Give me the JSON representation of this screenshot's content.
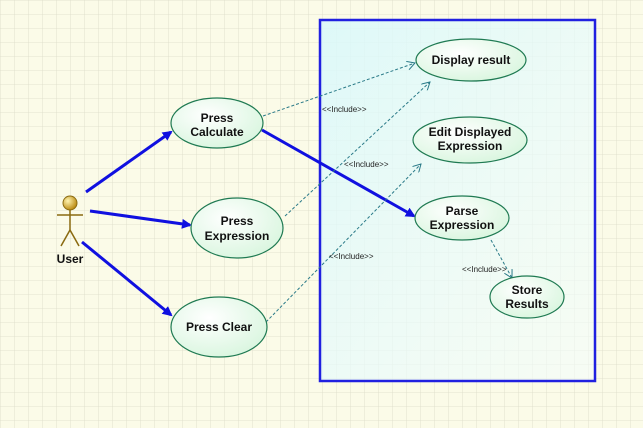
{
  "actor": {
    "name": "User"
  },
  "use_cases": {
    "press_calculate": {
      "line1": "Press",
      "line2": "Calculate"
    },
    "press_expression": {
      "line1": "Press",
      "line2": "Expression"
    },
    "press_clear": {
      "line1": "Press Clear"
    },
    "display_result": {
      "line1": "Display result"
    },
    "edit_displayed_expression": {
      "line1": "Edit Displayed",
      "line2": "Expression"
    },
    "parse_expression": {
      "line1": "Parse",
      "line2": "Expression"
    },
    "store_results": {
      "line1": "Store",
      "line2": "Results"
    }
  },
  "relations": {
    "include_1": "<<Include>>",
    "include_2": "<<Include>>",
    "include_3": "<<Include>>",
    "include_4": "<<Include>>"
  },
  "colors": {
    "association": "#1010e0",
    "include": "#2a7a88",
    "system_border": "#2020e0",
    "use_case_fill": "#e6fbe8",
    "use_case_stroke": "#1f7a52",
    "grid": "#dcdcc8"
  }
}
